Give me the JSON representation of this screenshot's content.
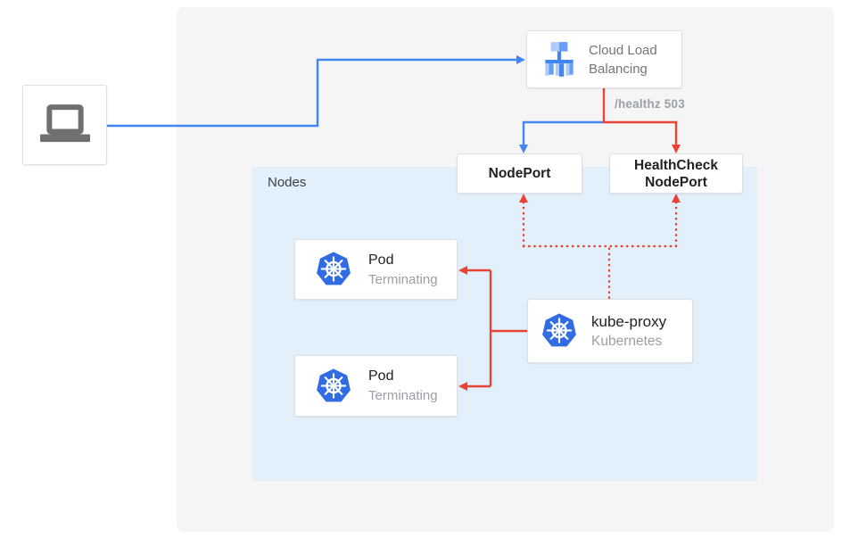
{
  "colors": {
    "canvas_bg": "#ffffff",
    "outer_region_bg": "#f5f5f5",
    "nodes_region_bg": "#e2f0fb",
    "blue_line": "#4285f4",
    "red_line": "#ea4335",
    "kubernetes_blue": "#326ce5",
    "box_border": "#e0e0e0",
    "laptop_gray": "#707070",
    "lb_icon_light": "#aecbfa",
    "lb_icon_medium": "#669df6",
    "lb_icon_dark": "#4285f4"
  },
  "client": {
    "icon": "laptop-icon"
  },
  "cloud_load_balancing": {
    "icon": "load-balancer-icon",
    "label": "Cloud Load Balancing"
  },
  "health_check_path": {
    "label": "/healthz 503"
  },
  "node_port": {
    "label": "NodePort"
  },
  "health_check_node_port": {
    "label_line1": "HealthCheck",
    "label_line2": "NodePort"
  },
  "nodes_region": {
    "label": "Nodes"
  },
  "pods": {
    "top": {
      "icon": "kubernetes-icon",
      "title": "Pod",
      "status": "Terminating"
    },
    "bottom": {
      "icon": "kubernetes-icon",
      "title": "Pod",
      "status": "Terminating"
    }
  },
  "kube_proxy": {
    "icon": "kubernetes-icon",
    "title": "kube-proxy",
    "subtitle": "Kubernetes"
  }
}
